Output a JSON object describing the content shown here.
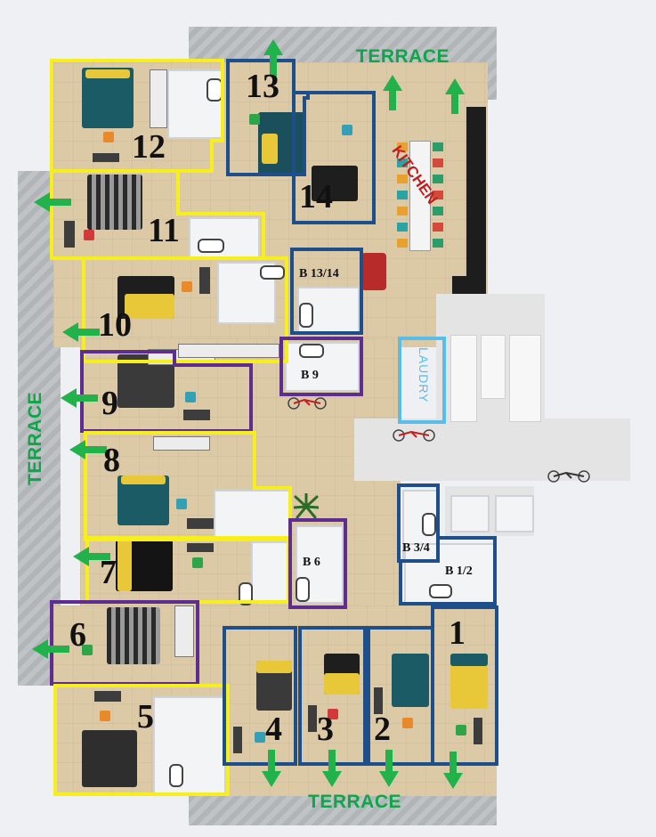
{
  "rooms": [
    {
      "num": "12",
      "color": "yellow"
    },
    {
      "num": "13",
      "color": "blue"
    },
    {
      "num": "14",
      "color": "blue"
    },
    {
      "num": "11",
      "color": "yellow"
    },
    {
      "num": "10",
      "color": "yellow"
    },
    {
      "num": "9",
      "color": "purple"
    },
    {
      "num": "8",
      "color": "yellow"
    },
    {
      "num": "7",
      "color": "yellow"
    },
    {
      "num": "6",
      "color": "purple"
    },
    {
      "num": "5",
      "color": "yellow"
    },
    {
      "num": "4",
      "color": "blue"
    },
    {
      "num": "3",
      "color": "blue"
    },
    {
      "num": "2",
      "color": "blue"
    },
    {
      "num": "1",
      "color": "blue"
    }
  ],
  "bathrooms": [
    {
      "label": "B 13/14",
      "color": "blue"
    },
    {
      "label": "B 9",
      "color": "purple"
    },
    {
      "label": "B 6",
      "color": "purple"
    },
    {
      "label": "B 3/4",
      "color": "blue"
    },
    {
      "label": "B 1/2",
      "color": "blue"
    }
  ],
  "areas": {
    "kitchen": "KITCHEN",
    "laundry": "LAUDRY"
  },
  "terraces": {
    "top": "TERRACE",
    "left": "TERRACE",
    "bottom": "TERRACE"
  },
  "colors": {
    "yellow_outline": "#f7ef1d",
    "blue_outline": "#1f4f8a",
    "purple_outline": "#5e2d90",
    "laundry_outline": "#59bde8",
    "terrace_text": "#0fa548",
    "exit_arrow": "#22b24c",
    "kitchen_text": "#c01f1f"
  },
  "icons": [
    "exit-arrow-icon",
    "bicycle-icon",
    "plant-icon"
  ]
}
